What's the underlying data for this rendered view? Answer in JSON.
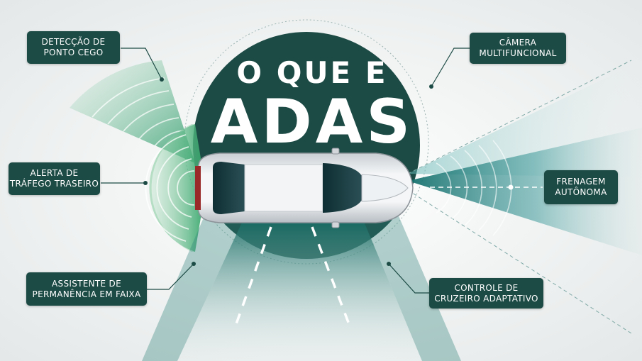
{
  "title": {
    "line1": "O QUE E",
    "line2": "ADAS"
  },
  "callouts": {
    "blind_spot": {
      "line1": "DETECÇÃO DE",
      "line2": "PONTO CEGO"
    },
    "camera": {
      "line1": "CÂMERA",
      "line2": "MULTIFUNCIONAL"
    },
    "rear_traffic": {
      "line1": "ALERTA DE",
      "line2": "TRÁFEGO TRASEIRO"
    },
    "braking": {
      "line1": "FRENAGEM",
      "line2": "AUTÔNOMA"
    },
    "lane_keeping": {
      "line1": "ASSISTENTE DE",
      "line2": "PERMANÊNCIA EM FAIXA"
    },
    "cruise": {
      "line1": "CONTROLE DE",
      "line2": "CRUZEIRO ADAPTATIVO"
    }
  },
  "colors": {
    "background": "#eef0f0",
    "dark_teal": "#1c4a44",
    "sensor_green": "#3fa873",
    "sensor_teal": "#1e8c84",
    "label_text": "#ffffff",
    "car_body": "#e6e9ec"
  }
}
